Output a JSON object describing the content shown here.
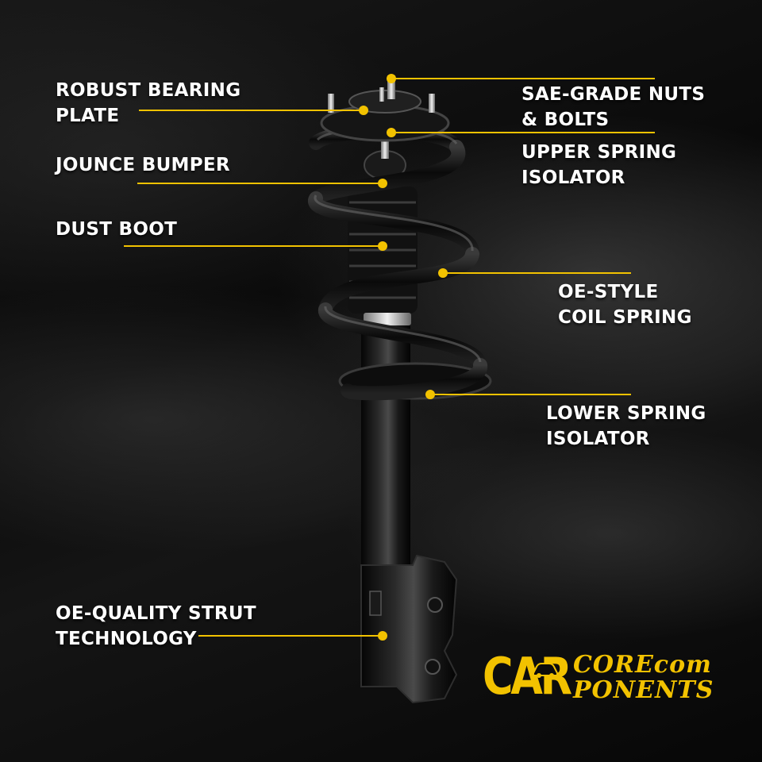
{
  "labels": {
    "robust_bearing_plate": [
      "ROBUST BEARING",
      "PLATE"
    ],
    "sae_grade_nuts": [
      "SAE-GRADE NUTS",
      "& BOLTS"
    ],
    "upper_spring_isolator": [
      "UPPER SPRING",
      "ISOLATOR"
    ],
    "jounce_bumper": [
      "JOUNCE BUMPER"
    ],
    "dust_boot": [
      "DUST BOOT"
    ],
    "oe_style_coil_spring": [
      "OE-STYLE",
      "COIL SPRING"
    ],
    "lower_spring_isolator": [
      "LOWER SPRING",
      "ISOLATOR"
    ],
    "oe_quality_strut": [
      "OE-QUALITY STRUT",
      "TECHNOLOGY"
    ]
  },
  "brand": {
    "mark": "CAR",
    "name_line1": "COREcom",
    "name_line2": "PONENTS"
  },
  "colors": {
    "accent": "#f2c200",
    "text": "#ffffff",
    "background": "#0b0b0b"
  }
}
